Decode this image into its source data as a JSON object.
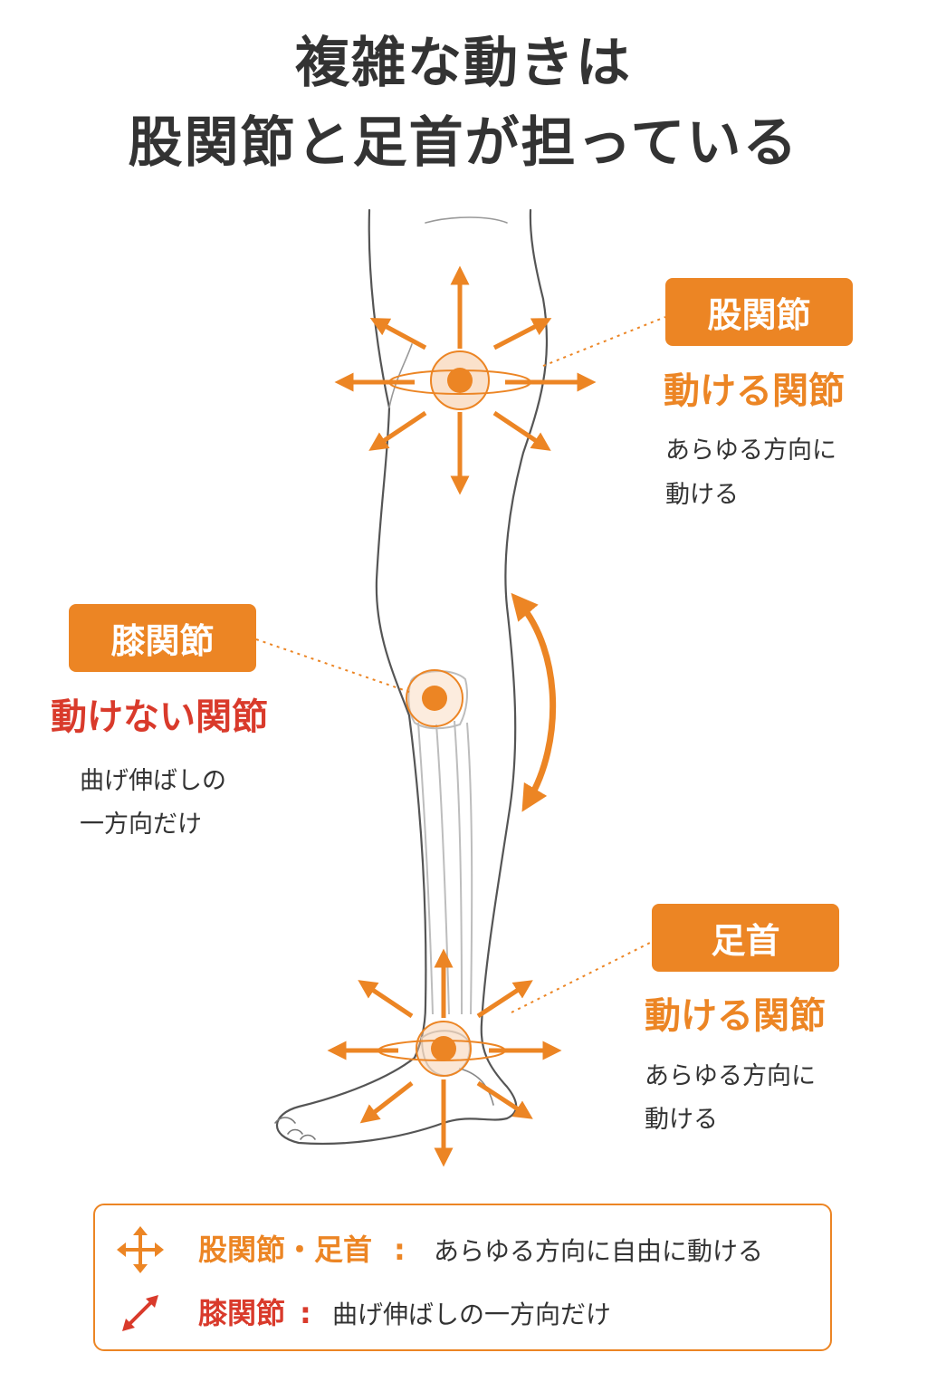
{
  "title": {
    "line1": "複雑な動きは",
    "line2": "股関節と足首が担っている"
  },
  "colors": {
    "orange": "#ec8524",
    "red": "#d93a2b",
    "text": "#333333",
    "leg_outline": "#555555"
  },
  "joints": {
    "hip": {
      "badge": "股関節",
      "status": "動ける関節",
      "desc_line1": "あらゆる方向に",
      "desc_line2": "動ける",
      "motion_icon": "multi-direction-arrows-icon"
    },
    "knee": {
      "badge": "膝関節",
      "status": "動けない関節",
      "desc_line1": "曲げ伸ばしの",
      "desc_line2": "一方向だけ",
      "motion_icon": "curved-double-arrow-icon"
    },
    "ankle": {
      "badge": "足首",
      "status": "動ける関節",
      "desc_line1": "あらゆる方向に",
      "desc_line2": "動ける",
      "motion_icon": "multi-direction-arrows-icon"
    }
  },
  "legend": {
    "row1": {
      "icon": "four-way-arrows-icon",
      "label": "股関節・足首",
      "colon": ":",
      "desc": "あらゆる方向に自由に動ける"
    },
    "row2": {
      "icon": "diagonal-double-arrow-icon",
      "label": "膝関節",
      "colon": ":",
      "desc": "曲げ伸ばしの一方向だけ"
    }
  }
}
